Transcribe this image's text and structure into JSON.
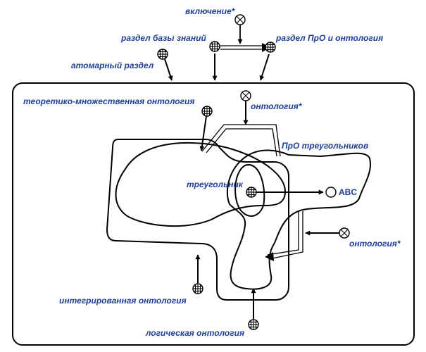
{
  "labels": {
    "inclusion": "включение*",
    "kb_section": "раздел базы знаний",
    "subject_area_section": "раздел ПрО и онтология",
    "atomic_section": "атомарный раздел",
    "set_theoretic_ontology": "теоретико-множественная онтология",
    "ontology_top": "онтология*",
    "triangles_subject_area": "ПрО треугольников",
    "triangle": "треугольник",
    "abc": "ABC",
    "ontology_right": "онтология*",
    "integrated_ontology": "интегрированная онтология",
    "logical_ontology": "логическая онтология"
  },
  "icons": {
    "role_relation": "circle-cross-icon",
    "structure_node": "circle-grid-icon",
    "plain_node": "circle-empty-icon"
  }
}
